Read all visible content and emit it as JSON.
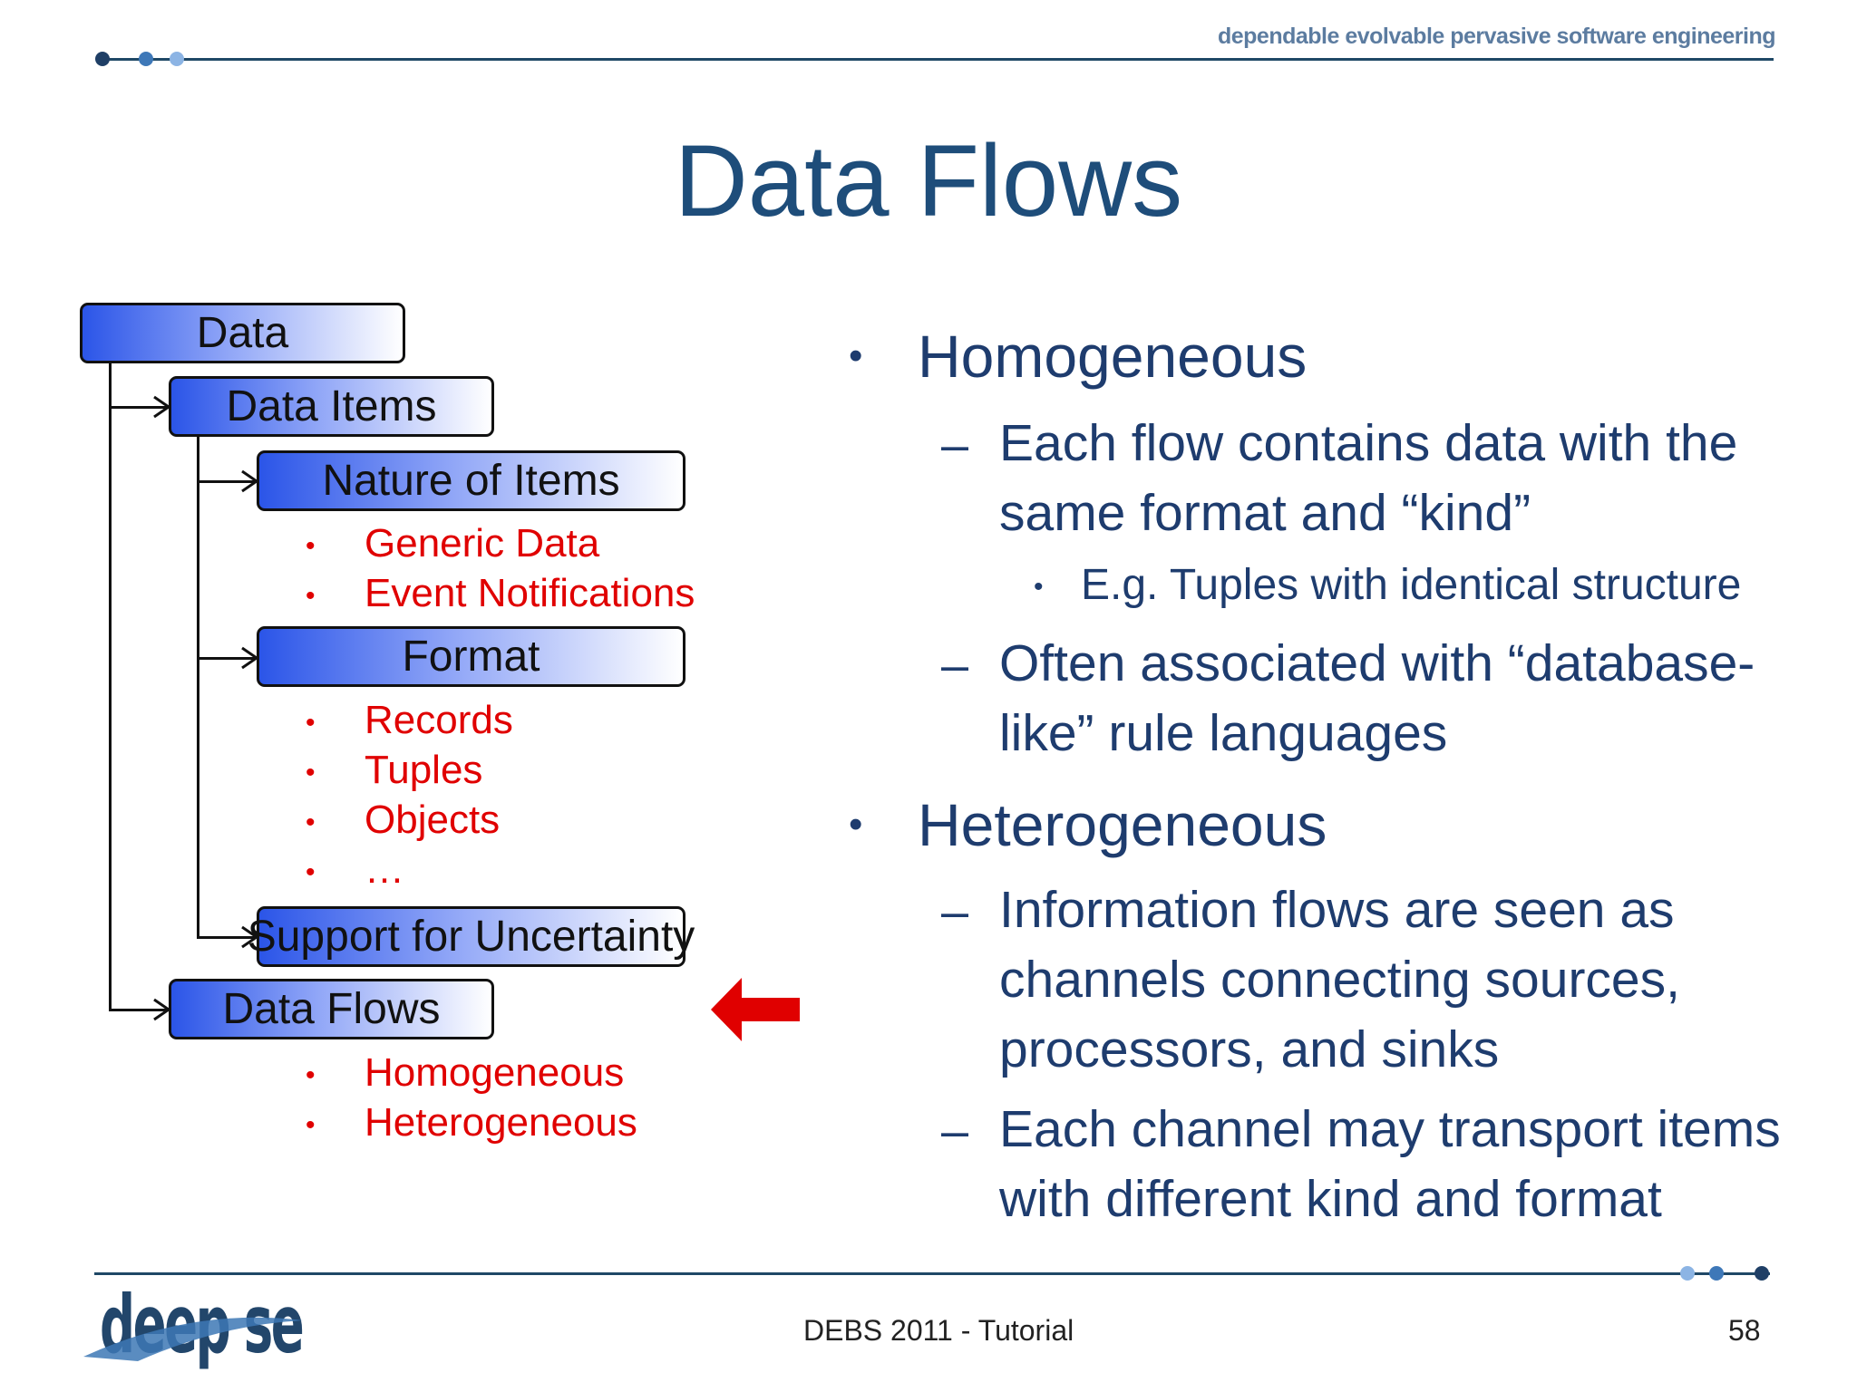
{
  "header": {
    "tagline": "dependable evolvable pervasive software engineering"
  },
  "title": "Data Flows",
  "diagram": {
    "boxes": {
      "data": "Data",
      "data_items": "Data Items",
      "nature_of_items": "Nature of Items",
      "format": "Format",
      "support_uncertainty": "Support for Uncertainty",
      "data_flows": "Data Flows"
    },
    "nature_items": [
      "Generic Data",
      "Event Notifications"
    ],
    "format_items": [
      "Records",
      "Tuples",
      "Objects",
      "…"
    ],
    "flow_items": [
      "Homogeneous",
      "Heterogeneous"
    ],
    "bullet_glyph": "•"
  },
  "content": {
    "bullet_glyph": "•",
    "dash_glyph": "–",
    "homogeneous": {
      "heading": "Homogeneous",
      "sub1": "Each flow contains data with the same format and “kind”",
      "sub1_example": "E.g. Tuples with identical structure",
      "sub2": "Often associated with “database-like” rule languages"
    },
    "heterogeneous": {
      "heading": "Heterogeneous",
      "sub1": "Information flows are seen as channels connecting sources, processors, and sinks",
      "sub2": "Each channel may transport items with different kind and format"
    }
  },
  "footer": {
    "logo": "deep se",
    "center": "DEBS 2011 - Tutorial",
    "page": "58"
  },
  "colors": {
    "accent_dark": "#1f4866",
    "title": "#1e4d7a",
    "highlight_red": "#e00000",
    "box_blue": "#2b55e8"
  }
}
